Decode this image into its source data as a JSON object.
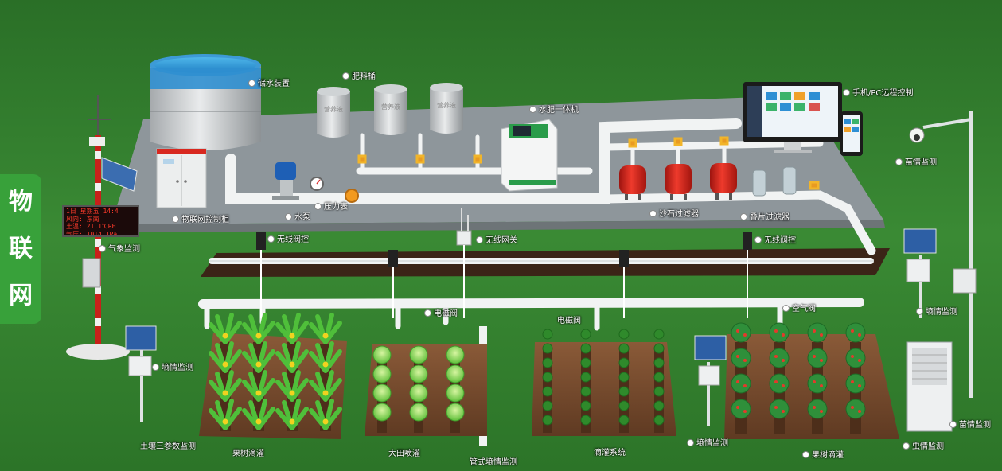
{
  "side_tab": {
    "chars": [
      "物",
      "联",
      "网"
    ]
  },
  "weather_display": {
    "line1": "1日 星期五 14:4",
    "line2": "风向: 东南",
    "line3": "土温: 21.1℃RH",
    "line4": "气压: 1014.1Pa"
  },
  "tanks": {
    "liquid_label": "营养液"
  },
  "labels": {
    "water_storage": "储水装置",
    "fertilizer_bucket": "肥料桶",
    "fertigation_machine": "水肥一体机",
    "remote_control": "手机/PC远程控制",
    "seedling_monitor": "苗情监测",
    "iot_cabinet": "物联网控制柜",
    "water_pump": "水泵",
    "pressure_gauge": "压力表",
    "sand_filter": "沙石过滤器",
    "disc_filter": "叠片过滤器",
    "weather_monitor": "气象监测",
    "wireless_valve_left": "无线阀控",
    "wireless_gateway": "无线网关",
    "wireless_valve_right": "无线阀控",
    "solenoid_valve_1": "电磁阀",
    "solenoid_valve_2": "电磁阀",
    "air_valve": "空气阀",
    "soil_monitor_right": "墒情监测",
    "soil_monitor_left": "墒情监测",
    "soil_three_param": "土壤三参数监测",
    "orchard_drip_left": "果树滴灌",
    "field_sprinkler": "大田喷灌",
    "tube_soil_monitor": "管式墒情监测",
    "drip_system": "滴灌系统",
    "soil_monitor_mid": "墒情监测",
    "orchard_drip_right": "果树滴灌",
    "pest_monitor": "虫情监测",
    "seedling_monitor_bottom": "苗情监测"
  },
  "colors": {
    "grass": "#2f7d2c",
    "platform": "#8e969b",
    "pipe": "#f1f3f3",
    "tab": "#38a13a",
    "filter_red": "#d8261c",
    "soil": "#7a4a2c",
    "led_text": "#ff3b2b"
  }
}
